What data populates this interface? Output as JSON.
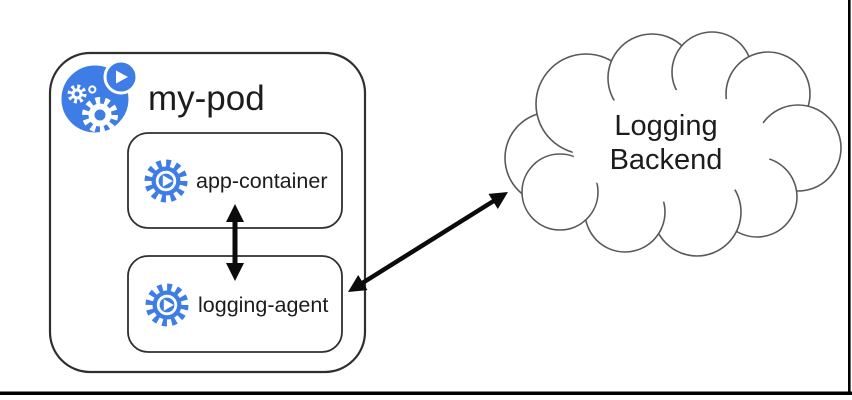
{
  "diagram": {
    "pod": {
      "label": "my-pod",
      "icon": "kubernetes-pod-icon"
    },
    "containers": [
      {
        "label": "app-container",
        "icon": "container-gear-play-icon"
      },
      {
        "label": "logging-agent",
        "icon": "container-gear-play-icon"
      }
    ],
    "cloud": {
      "label": "Logging\nBackend"
    },
    "arrows": [
      {
        "name": "app-container-to-logging-agent",
        "type": "double-headed-vertical"
      },
      {
        "name": "logging-agent-to-logging-backend",
        "type": "double-headed-diagonal"
      }
    ],
    "colors": {
      "icon_blue": "#3e7de6",
      "box_outline": "#2f2f2f",
      "cloud_outline": "#595959",
      "arrow": "#0b0b0b",
      "text": "#1c1c1c"
    }
  }
}
